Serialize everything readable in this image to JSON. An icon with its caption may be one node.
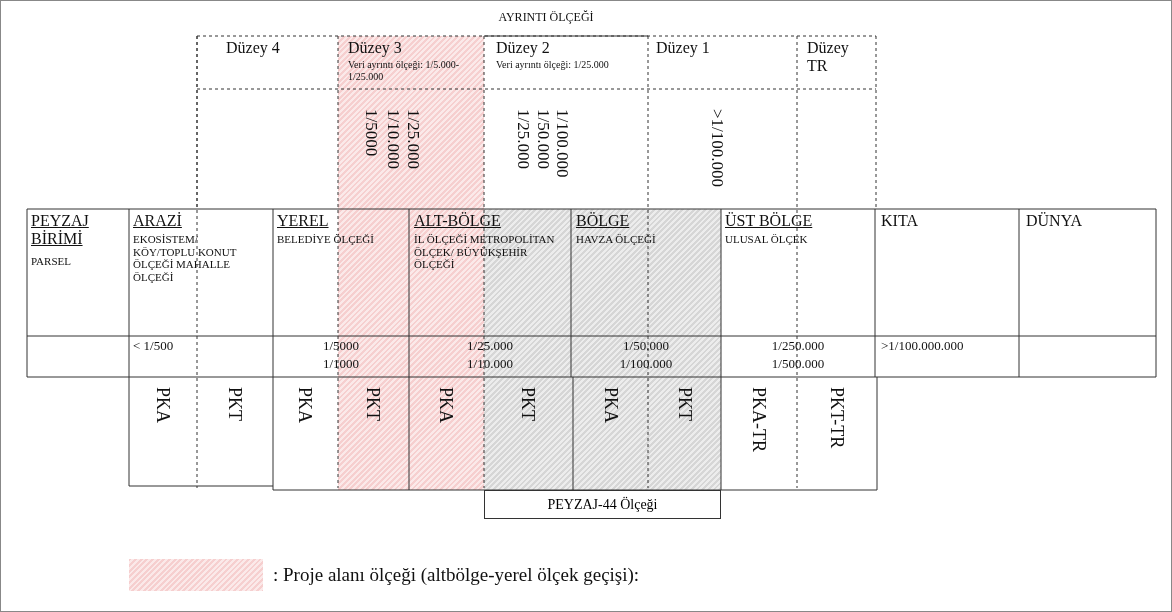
{
  "diagram": {
    "title": "AYRINTI ÖLÇEĞİ",
    "nodes": [
      {
        "text": [
          "PEYZAJ-44 Ölçeği"
        ]
      }
    ],
    "labels": [
      "Düzey 4",
      "Düzey 3",
      "Veri ayrıntı ölçeği: 1/5.000-1/25.000",
      "Düzey 2",
      "Veri ayrıntı ölçeği: 1/25.000",
      "Düzey 1",
      "Düzey TR",
      "1/25.000",
      "1/10.000",
      "1/5000",
      "1/100.000",
      "1/50.000",
      "1/25.000",
      ">1/100.000",
      "PEYZAJ BİRİMİ",
      "PARSEL",
      "ARAZİ",
      "EKOSİSTEM/ KÖY/TOPLU KONUT ÖLÇEĞİ MAHALLE ÖLÇEĞİ",
      "YEREL",
      "BELEDİYE ÖLÇEĞİ",
      "ALT-BÖLGE",
      "İL ÖLÇEĞİ METROPOLİTAN ÖLÇEK/ BÜYÜKŞEHİR ÖLÇEĞİ",
      "BÖLGE",
      "HAVZA ÖLÇEĞİ",
      "ÜST BÖLGE",
      "ULUSAL ÖLÇEK",
      "KITA",
      "DÜNYA",
      "< 1/500",
      "1/5000",
      "1/1000",
      "1/25.000",
      "1/10.000",
      "1/50.000",
      "1/100.000",
      "1/250.000",
      "1/500.000",
      ">1/100.000.000",
      "PKA",
      "PKT",
      "PKA",
      "PKT",
      "PKA",
      "PKT",
      "PKA",
      "PKT",
      "PKA-TR",
      "PKT-TR"
    ],
    "legend": [
      {
        "text": ": Proje alanı ölçeği (altbölge-yerel ölçek geçişi):",
        "color": "#f6cfcf"
      }
    ]
  }
}
